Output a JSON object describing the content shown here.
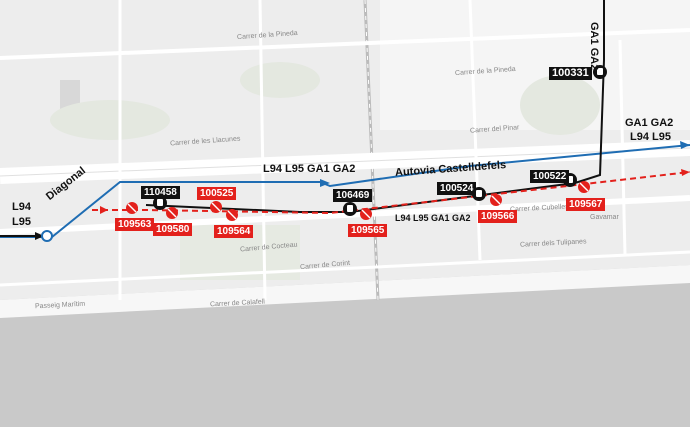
{
  "routes": {
    "left_lines": [
      "L94",
      "L95"
    ],
    "diagonal": "Diagonal",
    "top_lines": [
      "GA1",
      "GA2"
    ],
    "right_lines": [
      "GA1 GA2",
      "L94 L95"
    ],
    "blue_route": "L94 L95 GA1 GA2",
    "road": "Autovia Castelldefels",
    "black_route": "L94 L95 GA1 GA2"
  },
  "stops_active": [
    "100331",
    "110458",
    "106469",
    "100524",
    "100522"
  ],
  "stops_suspended": [
    "109563",
    "109580",
    "100525",
    "109564",
    "109565",
    "109566",
    "109567"
  ],
  "streets": [
    "Carrer de la Pineda",
    "Carrer de la Pineda",
    "Carrer del Pinar",
    "Carrer de les Llacunes",
    "Carrer de Cocteau",
    "Carrer de Corint",
    "Passeig Marítim",
    "Carrer dels Tulipanes",
    "Gavamar",
    "Carrer de Cubelles",
    "Carrer de Calafell"
  ],
  "colors": {
    "blue_line": "#1f6db3",
    "black_line": "#111111",
    "red_line": "#e3211c",
    "sea": "#c9c9c9"
  }
}
